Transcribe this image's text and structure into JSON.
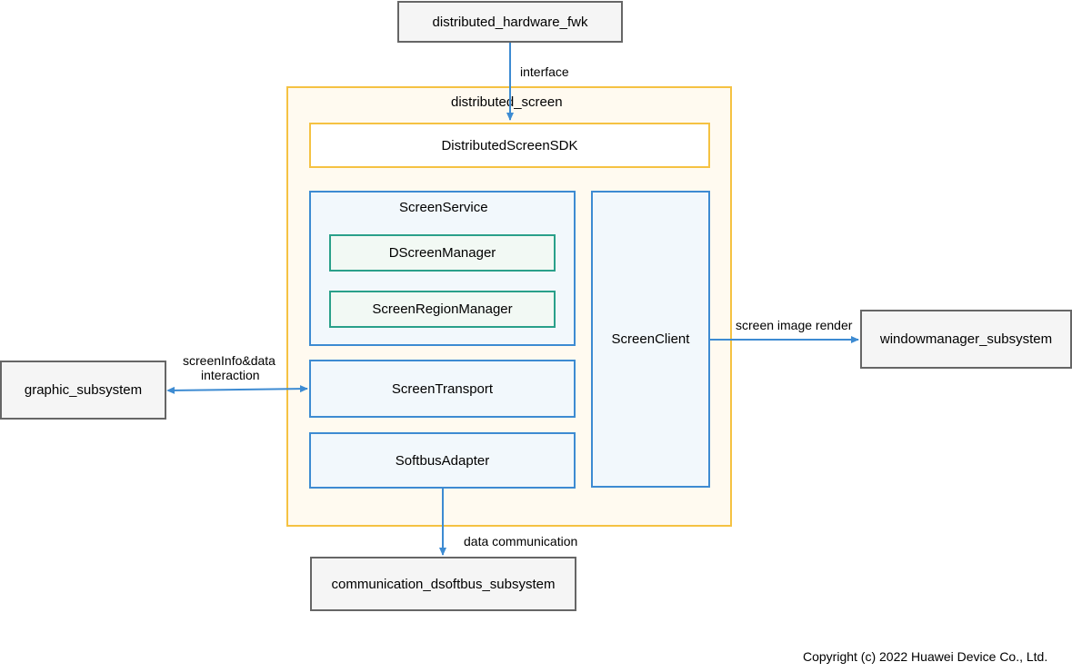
{
  "nodes": {
    "distributed_hardware_fwk": "distributed_hardware_fwk",
    "distributed_screen": "distributed_screen",
    "sdk": "DistributedScreenSDK",
    "screen_service": "ScreenService",
    "dscreen_manager": "DScreenManager",
    "screen_region_manager": "ScreenRegionManager",
    "screen_client": "ScreenClient",
    "screen_transport": "ScreenTransport",
    "softbus_adapter": "SoftbusAdapter",
    "graphic_subsystem": "graphic_subsystem",
    "windowmanager_subsystem": "windowmanager_subsystem",
    "communication_subsystem": "communication_dsoftbus_subsystem"
  },
  "edges": {
    "interface": "interface",
    "screeninfo_line1": "screenInfo&data",
    "screeninfo_line2": "interaction",
    "screen_image_render": "screen image render",
    "data_communication": "data communication"
  },
  "footer": {
    "copyright": "Copyright (c) 2022 Huawei Device Co., Ltd."
  },
  "colors": {
    "external_border": "#666666",
    "container_border": "#f5c242",
    "component_border": "#3d8bd2",
    "submodule_border": "#2aa08a",
    "arrow": "#3d8bd2"
  }
}
